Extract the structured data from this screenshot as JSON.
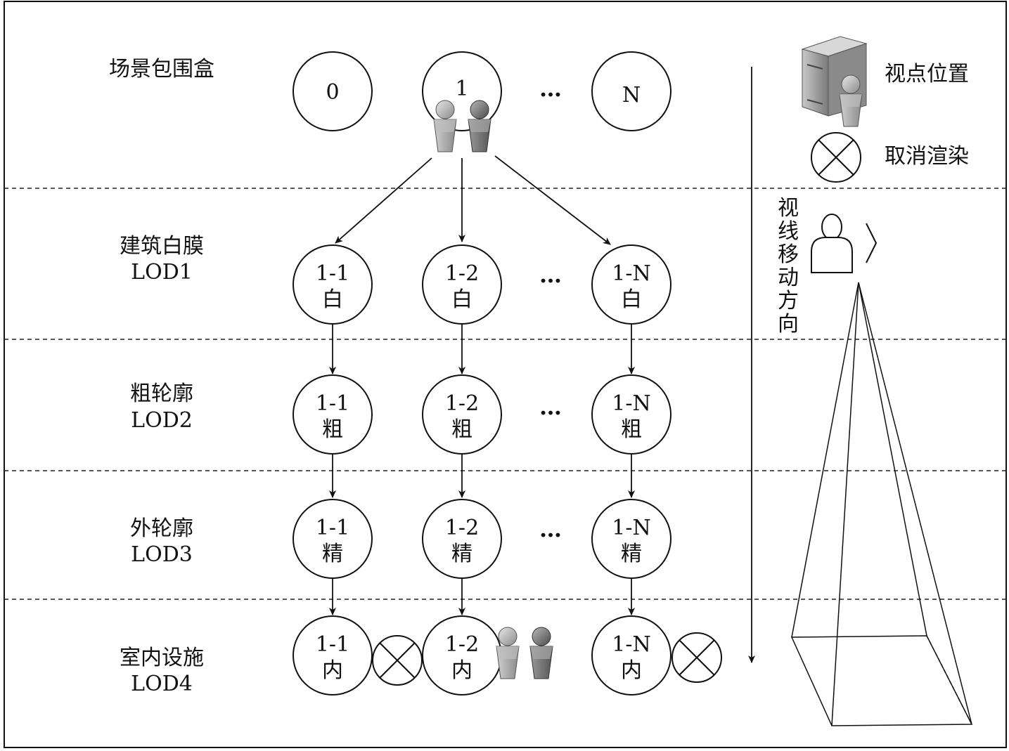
{
  "levels": [
    {
      "name": "场景包围盒",
      "lod": ""
    },
    {
      "name": "建筑白膜",
      "lod": "LOD1"
    },
    {
      "name": "粗轮廓",
      "lod": "LOD2"
    },
    {
      "name": "外轮廓",
      "lod": "LOD3"
    },
    {
      "name": "室内设施",
      "lod": "LOD4"
    }
  ],
  "top_nodes": [
    "0",
    "1",
    "N"
  ],
  "ellipsis": "…",
  "rows": [
    {
      "suffix": "白",
      "ids": [
        "1-1",
        "1-2",
        "1-N"
      ]
    },
    {
      "suffix": "粗",
      "ids": [
        "1-1",
        "1-2",
        "1-N"
      ]
    },
    {
      "suffix": "精",
      "ids": [
        "1-1",
        "1-2",
        "1-N"
      ]
    },
    {
      "suffix": "内",
      "ids": [
        "1-1",
        "1-2",
        "1-N"
      ]
    }
  ],
  "legend": {
    "viewpoint": "视点位置",
    "cancel_render": "取消渲染",
    "move_direction": "视线移动方向"
  },
  "icons": {
    "viewer": "person-icon",
    "server": "server-icon",
    "cancel": "cross-circle-icon",
    "frustum": "view-frustum"
  }
}
